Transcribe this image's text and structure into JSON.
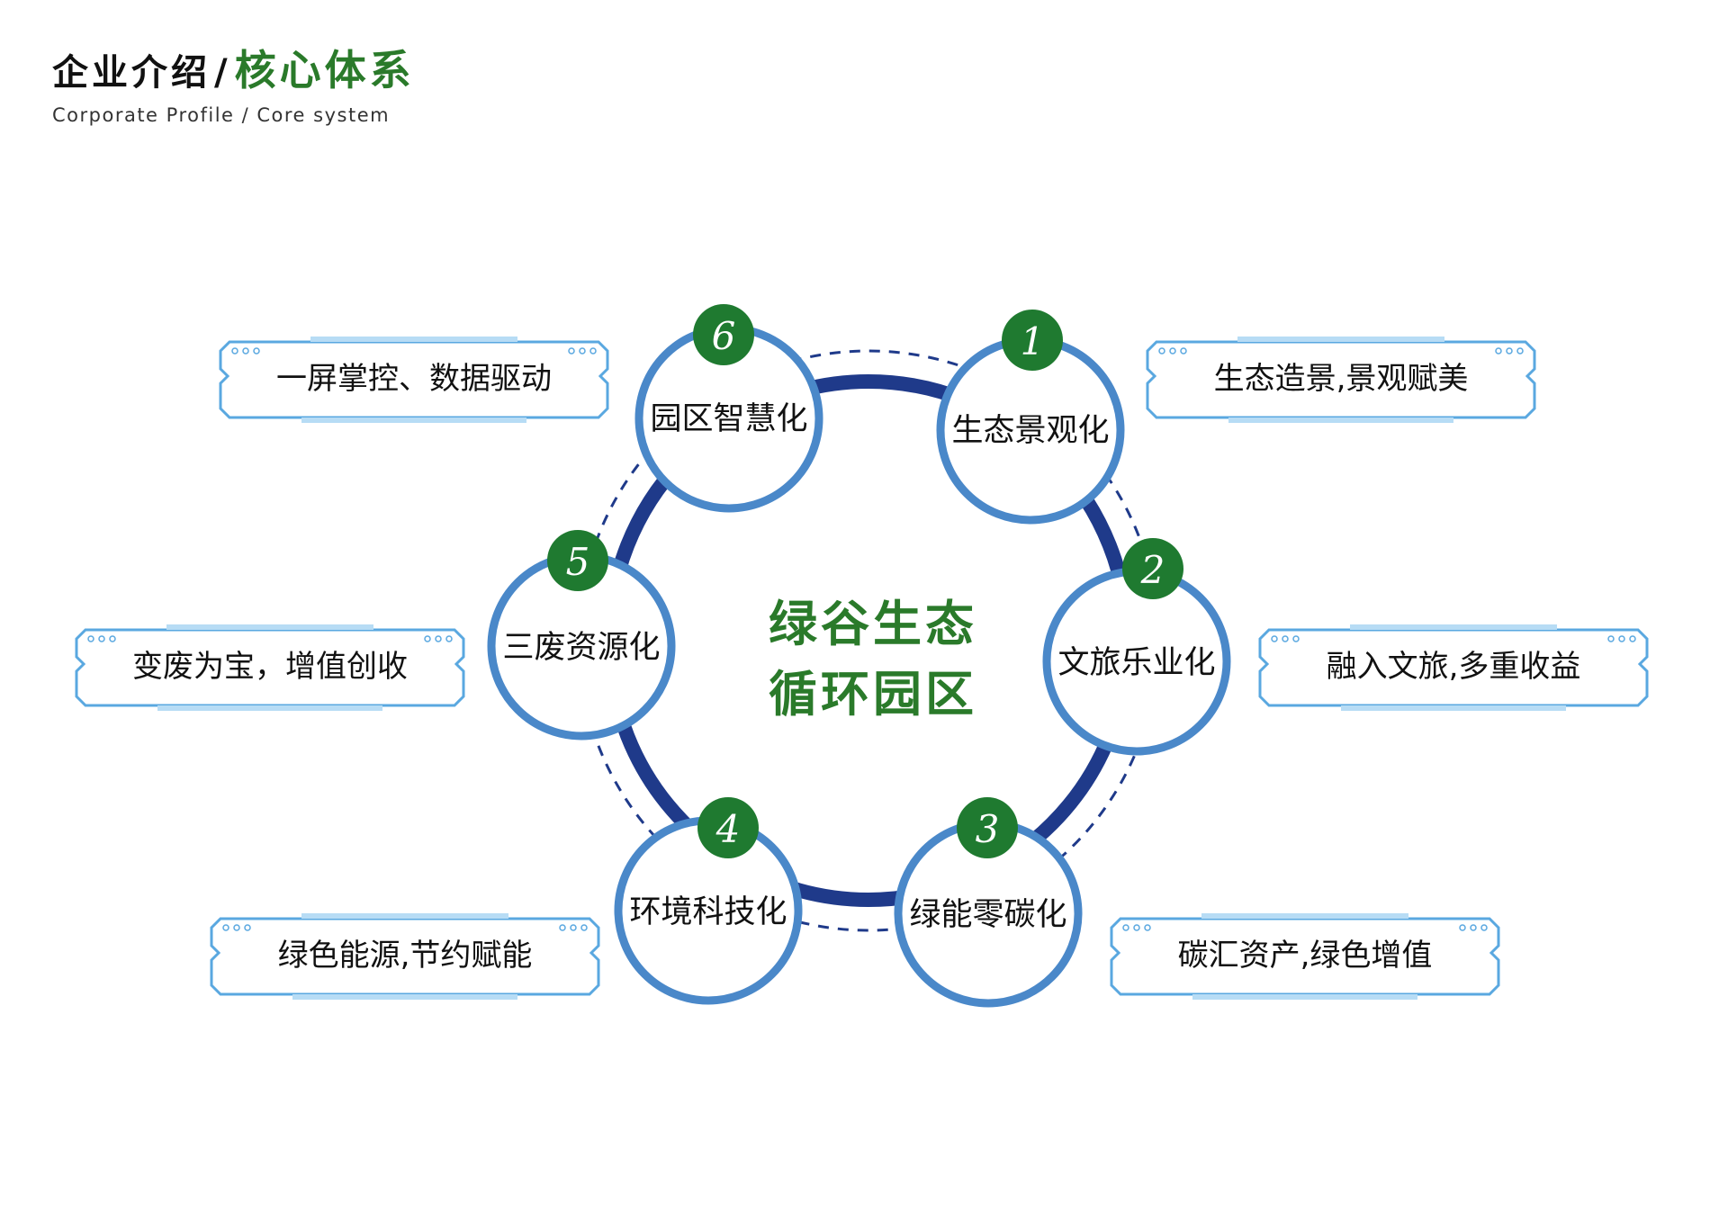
{
  "header": {
    "title_main": "企业介绍",
    "title_sep": "/",
    "title_highlight": "核心体系",
    "subtitle": "Corporate Profile / Core system"
  },
  "center": {
    "line1": "绿谷生态",
    "line2": "循环园区"
  },
  "nodes": [
    {
      "number": "1",
      "label": "生态景观化"
    },
    {
      "number": "2",
      "label": "文旅乐业化"
    },
    {
      "number": "3",
      "label": "绿能零碳化"
    },
    {
      "number": "4",
      "label": "环境科技化"
    },
    {
      "number": "5",
      "label": "三废资源化"
    },
    {
      "number": "6",
      "label": "园区智慧化"
    }
  ],
  "boxes": [
    {
      "text": "生态造景,景观赋美"
    },
    {
      "text": "融入文旅,多重收益"
    },
    {
      "text": "碳汇资产,绿色增值"
    },
    {
      "text": "绿色能源,节约赋能"
    },
    {
      "text": "变废为宝，增值创收"
    },
    {
      "text": "一屏掌控、数据驱动"
    }
  ],
  "colors": {
    "ring": "#1f3a8a",
    "node_border": "#4a88c9",
    "badge": "#1f7a30",
    "center_text": "#2a7a2a",
    "box_border": "#5aa8e0"
  }
}
